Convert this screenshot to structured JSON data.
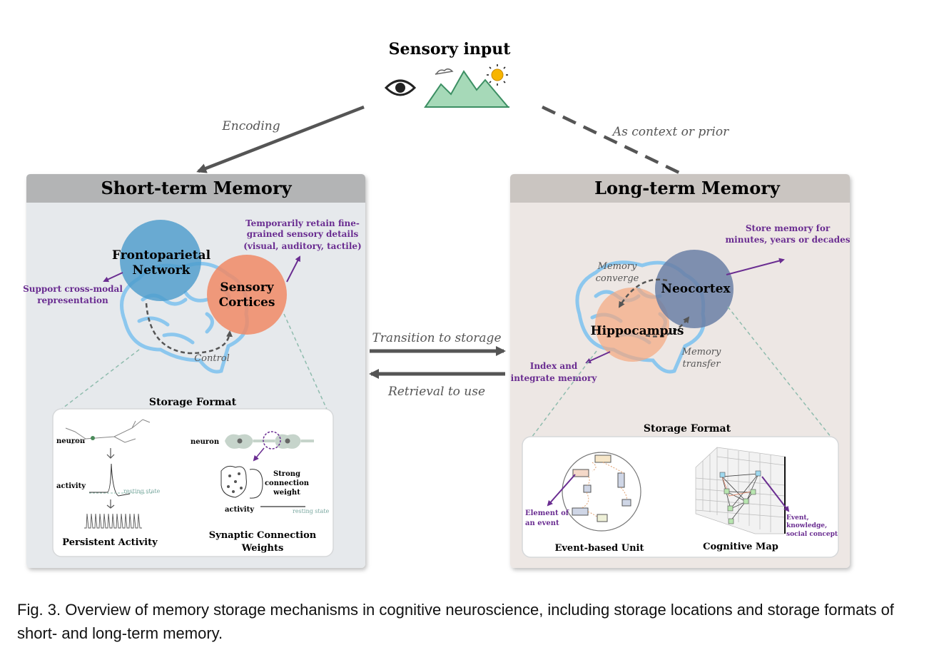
{
  "sensory": {
    "title": "Sensory input"
  },
  "arrows": {
    "encoding": "Encoding",
    "context": "As context or prior",
    "transition": "Transition to storage",
    "retrieval": "Retrieval to use"
  },
  "stm": {
    "title": "Short-term Memory",
    "frontoparietal": [
      "Frontoparietal",
      "Network"
    ],
    "sensory_cortices": [
      "Sensory",
      "Cortices"
    ],
    "retain_note": [
      "Temporarily retain fine-",
      "grained sensory details",
      "(visual, auditory, tactile)"
    ],
    "crossmodal_note": [
      "Support cross-modal",
      "representation"
    ],
    "control": "Control",
    "storage_title": "Storage Format",
    "neuron": "neuron",
    "activity": "activity",
    "resting": "resting state",
    "strong": [
      "Strong",
      "connection",
      "weight"
    ],
    "persistent": "Persistent Activity",
    "synaptic": [
      "Synaptic Connection",
      "Weights"
    ]
  },
  "ltm": {
    "title": "Long-term Memory",
    "store_note": [
      "Store memory for",
      "minutes, years or decades"
    ],
    "converge": [
      "Memory",
      "converge"
    ],
    "neocortex": "Neocortex",
    "hippocampus": "Hippocampus",
    "transfer": [
      "Memory",
      "transfer"
    ],
    "index_note": [
      "Index and",
      "integrate memory"
    ],
    "storage_title": "Storage Format",
    "element_note": [
      "Element of",
      "an event"
    ],
    "concept_note": [
      "Event,",
      "knowledge,",
      "social concept"
    ],
    "event_unit": "Event-based Unit",
    "cognitive_map": "Cognitive Map"
  },
  "caption": "Fig. 3.  Overview of memory storage mechanisms in cognitive neuroscience, including storage locations and storage formats of short- and long-term memory.",
  "colors": {
    "purple": "#6a2d91",
    "blue": "#4f9fcf",
    "orange": "#ee8b66",
    "navy": "#6a7fa6",
    "teal": "#8fbcae"
  }
}
